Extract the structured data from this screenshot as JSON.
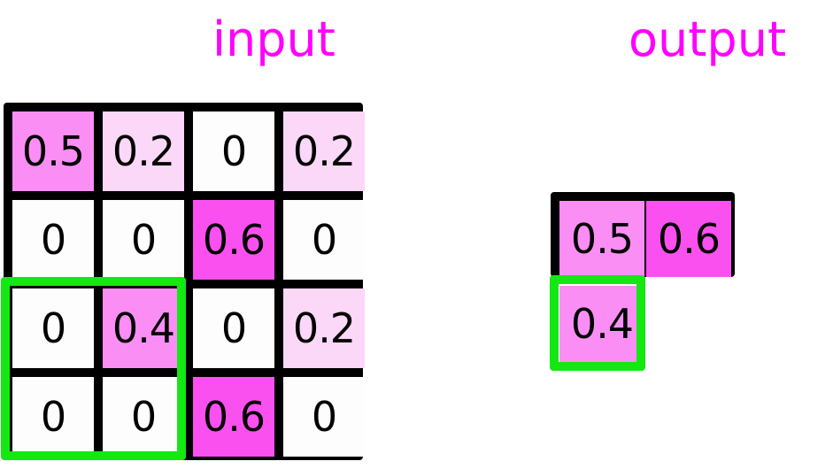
{
  "labels": {
    "input": "input",
    "output": "output"
  },
  "colors": {
    "label_magenta": "#ff00ff",
    "selection_green": "#13e813",
    "grid_border_black": "#000000",
    "cell_empty_white": "#fdfdfd",
    "value_0_2_pink": "#fbd7f8",
    "value_0_4_pink": "#fb8ef5",
    "value_0_5_pink": "#fb8ef5",
    "value_0_6_pink": "#fb50f0"
  },
  "chart_data": {
    "type": "heatmap",
    "title": "",
    "xlabel": "",
    "ylabel": "",
    "panels": [
      {
        "name": "input",
        "label": "input",
        "rows": 4,
        "cols": 4,
        "values": [
          [
            0.5,
            0.2,
            0,
            0.2
          ],
          [
            0,
            0,
            0.6,
            0
          ],
          [
            0,
            0.4,
            0,
            0.2
          ],
          [
            0,
            0,
            0.6,
            0
          ]
        ],
        "cell_text": [
          [
            "0.5",
            "0.2",
            "0",
            "0.2"
          ],
          [
            "0",
            "0",
            "0.6",
            "0"
          ],
          [
            "0",
            "0.4",
            "0",
            "0.2"
          ],
          [
            "0",
            "0",
            "0.6",
            "0"
          ]
        ],
        "cell_colors": [
          [
            "#fb8ef5",
            "#fbd7f8",
            "#fdfdfd",
            "#fbd7f8"
          ],
          [
            "#fdfdfd",
            "#fdfdfd",
            "#fb50f0",
            "#fdfdfd"
          ],
          [
            "#fdfdfd",
            "#fb8ef5",
            "#fdfdfd",
            "#fbd7f8"
          ],
          [
            "#fdfdfd",
            "#fdfdfd",
            "#fb50f0",
            "#fdfdfd"
          ]
        ],
        "selection": {
          "row_start": 2,
          "row_end": 3,
          "col_start": 0,
          "col_end": 1
        }
      },
      {
        "name": "output",
        "label": "output",
        "rows": 2,
        "cols": 2,
        "values": [
          [
            0.5,
            0.6
          ],
          [
            0.4,
            null
          ]
        ],
        "cell_text": [
          [
            "0.5",
            "0.6"
          ],
          [
            "0.4",
            ""
          ]
        ],
        "cell_colors": [
          [
            "#fb8ef5",
            "#fb50f0"
          ],
          [
            "#fb8ef5",
            null
          ]
        ],
        "selection": {
          "row_start": 1,
          "row_end": 1,
          "col_start": 0,
          "col_end": 0
        }
      }
    ]
  }
}
